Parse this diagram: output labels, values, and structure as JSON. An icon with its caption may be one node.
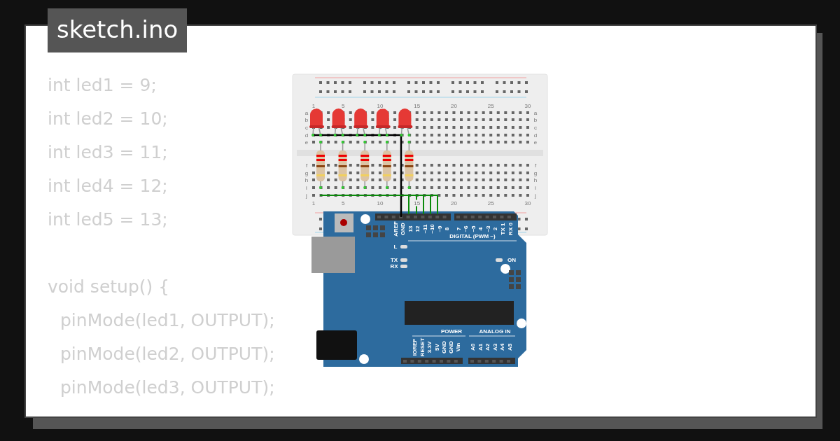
{
  "diagram": {
    "labels": [
      "sketch.ino",
      "int led1 = 9;",
      "int led2 = 10;",
      "int led3 = 11;",
      "int led4 = 12;",
      "int led5 = 13;",
      "void setup() {",
      "pinMode(led1, OUTPUT);",
      "pinMode(led2, OUTPUT);",
      "pinMode(led3, OUTPUT);",
      "1",
      "5",
      "10",
      "15",
      "20",
      "25",
      "30",
      "a",
      "b",
      "c",
      "d",
      "e",
      "a",
      "b",
      "c",
      "d",
      "e",
      "f",
      "g",
      "h",
      "i",
      "j",
      "f",
      "g",
      "h",
      "i",
      "j",
      "1",
      "5",
      "10",
      "15",
      "20",
      "25",
      "30",
      "AREF",
      "GND",
      "13",
      "12",
      "~11",
      "~10",
      "~9",
      "8",
      "7",
      "~6",
      "~5",
      "4",
      "~3",
      "2",
      "TX 1",
      "RX 0",
      "DIGITAL (PWM ~)",
      "L",
      "TX",
      "RX",
      "ON",
      "IOREF",
      "RESET",
      "3.3V",
      "5V",
      "GND",
      "GND",
      "Vin",
      "POWER",
      "ANALOG IN",
      "A0",
      "A1",
      "A2",
      "A3",
      "A4",
      "A5"
    ]
  }
}
